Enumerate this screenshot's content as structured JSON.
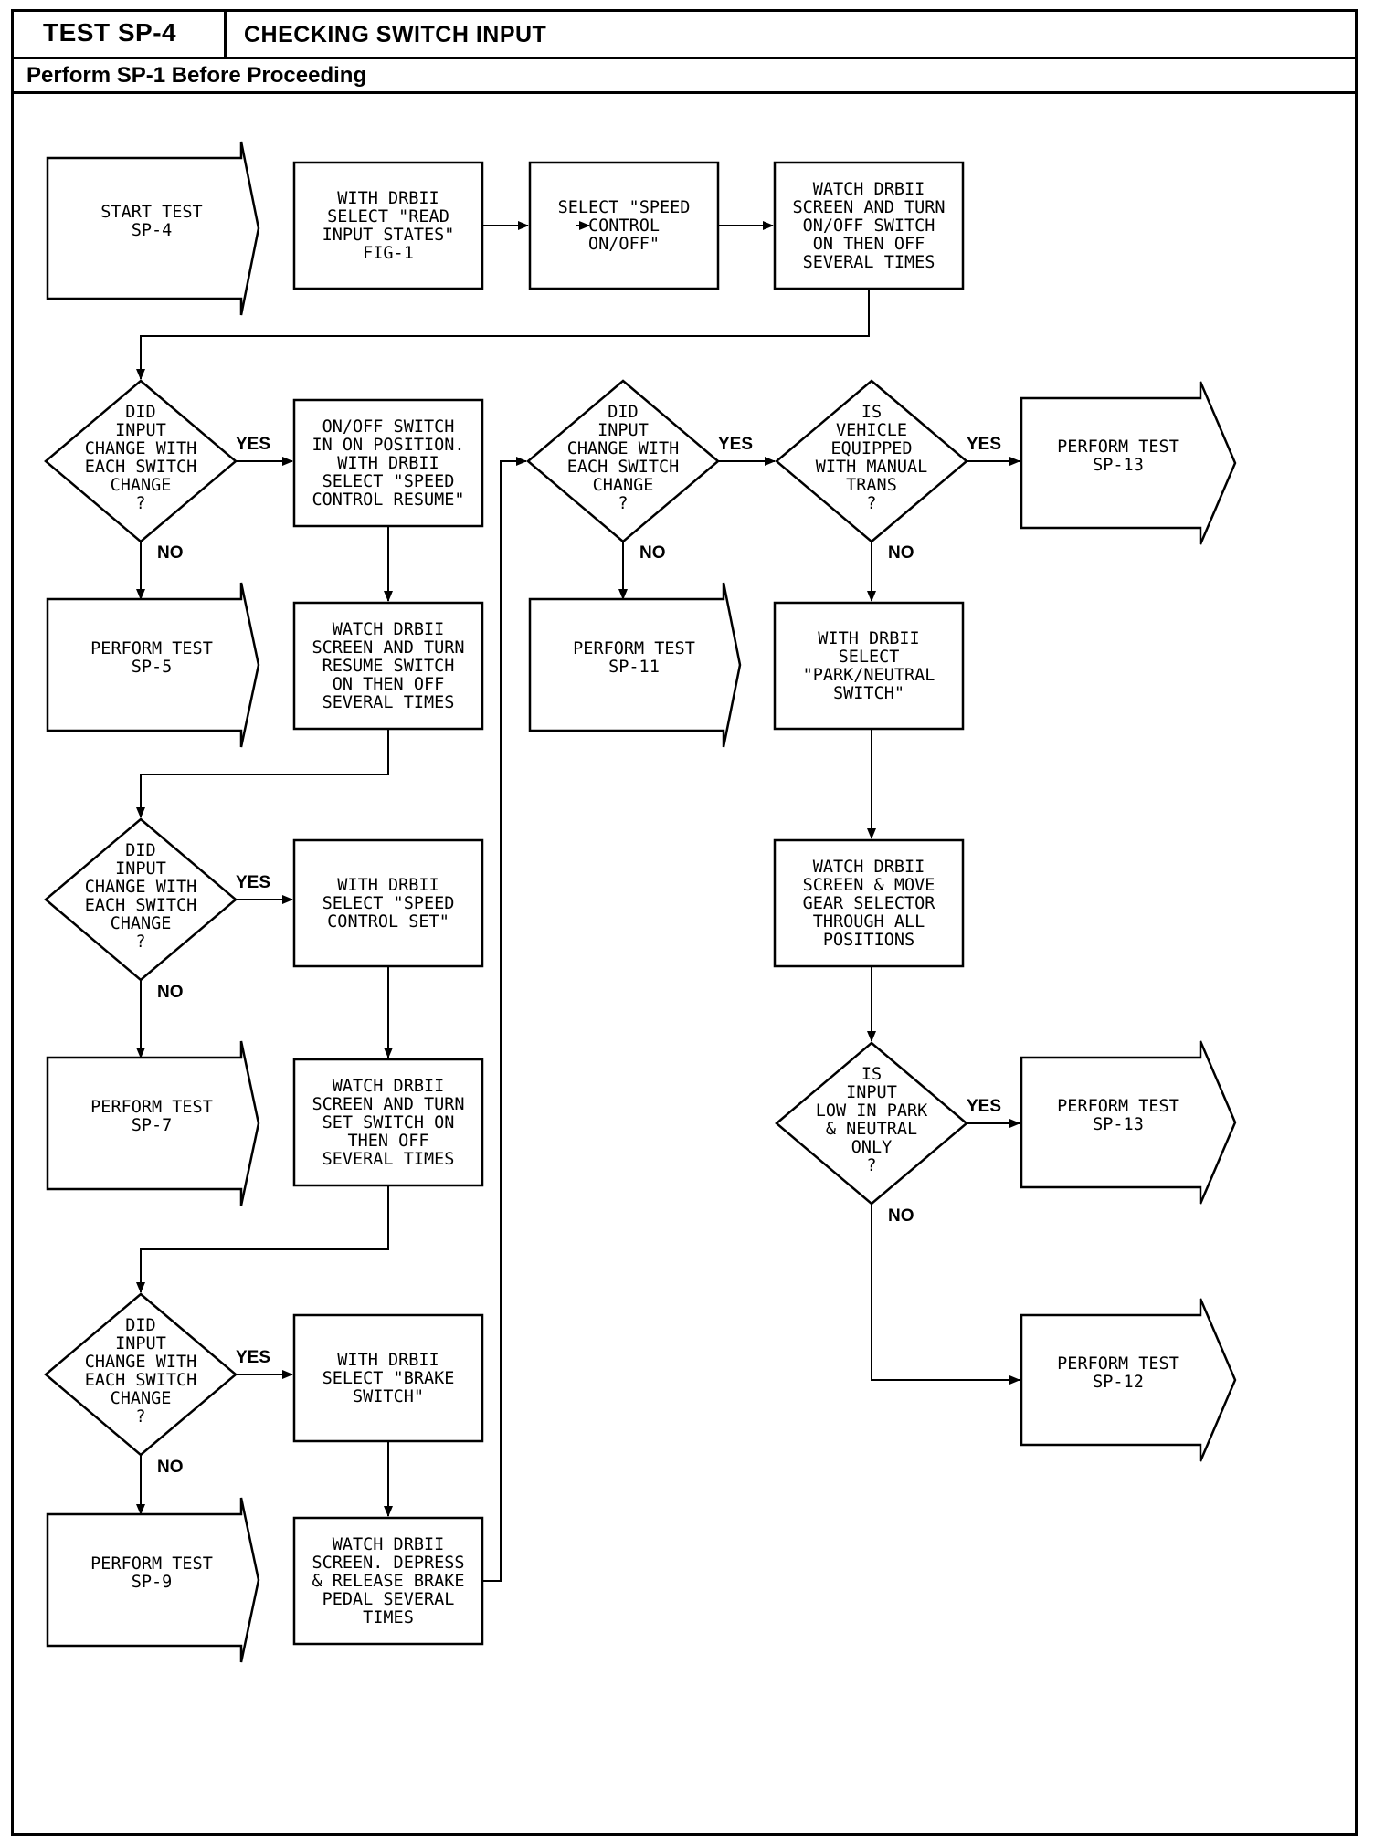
{
  "header": {
    "test_id": "TEST SP-4",
    "title": "CHECKING SWITCH INPUT",
    "subtitle": "Perform SP-1 Before Proceeding"
  },
  "nodes": {
    "start": [
      "START TEST",
      "SP-4"
    ],
    "read_input": [
      "WITH DRBII",
      "SELECT \"READ",
      "INPUT STATES\"",
      "FIG-1"
    ],
    "select_onoff": [
      "SELECT \"SPEED",
      "CONTROL",
      "ON/OFF\""
    ],
    "watch_onoff": [
      "WATCH DRBII",
      "SCREEN AND TURN",
      "ON/OFF SWITCH",
      "ON THEN OFF",
      "SEVERAL TIMES"
    ],
    "d1": [
      "DID",
      "INPUT",
      "CHANGE WITH",
      "EACH SWITCH",
      "CHANGE",
      "?"
    ],
    "onoff_on": [
      "ON/OFF SWITCH",
      "IN ON POSITION.",
      "WITH DRBII",
      "SELECT \"SPEED",
      "CONTROL RESUME\""
    ],
    "sp5": [
      "PERFORM TEST",
      "SP-5"
    ],
    "watch_resume": [
      "WATCH DRBII",
      "SCREEN AND TURN",
      "RESUME SWITCH",
      "ON THEN OFF",
      "SEVERAL TIMES"
    ],
    "d2": [
      "DID",
      "INPUT",
      "CHANGE WITH",
      "EACH SWITCH",
      "CHANGE",
      "?"
    ],
    "select_set": [
      "WITH DRBII",
      "SELECT \"SPEED",
      "CONTROL SET\""
    ],
    "sp7": [
      "PERFORM TEST",
      "SP-7"
    ],
    "watch_set": [
      "WATCH DRBII",
      "SCREEN AND TURN",
      "SET SWITCH ON",
      "THEN OFF",
      "SEVERAL TIMES"
    ],
    "d3": [
      "DID",
      "INPUT",
      "CHANGE WITH",
      "EACH SWITCH",
      "CHANGE",
      "?"
    ],
    "select_brake": [
      "WITH DRBII",
      "SELECT \"BRAKE",
      "SWITCH\""
    ],
    "sp9": [
      "PERFORM TEST",
      "SP-9"
    ],
    "watch_brake": [
      "WATCH DRBII",
      "SCREEN. DEPRESS",
      "& RELEASE BRAKE",
      "PEDAL SEVERAL",
      "TIMES"
    ],
    "d4": [
      "DID",
      "INPUT",
      "CHANGE WITH",
      "EACH SWITCH",
      "CHANGE",
      "?"
    ],
    "sp11": [
      "PERFORM TEST",
      "SP-11"
    ],
    "d5": [
      "IS",
      "VEHICLE",
      "EQUIPPED",
      "WITH MANUAL",
      "TRANS",
      "?"
    ],
    "sp13a": [
      "PERFORM TEST",
      "SP-13"
    ],
    "select_pn": [
      "WITH DRBII",
      "SELECT",
      "\"PARK/NEUTRAL",
      "SWITCH\""
    ],
    "watch_gear": [
      "WATCH DRBII",
      "SCREEN & MOVE",
      "GEAR SELECTOR",
      "THROUGH ALL",
      "POSITIONS"
    ],
    "d6": [
      "IS",
      "INPUT",
      "LOW IN PARK",
      "& NEUTRAL",
      "ONLY",
      "?"
    ],
    "sp13b": [
      "PERFORM TEST",
      "SP-13"
    ],
    "sp12": [
      "PERFORM TEST",
      "SP-12"
    ]
  },
  "labels": {
    "yes": "YES",
    "no": "NO"
  }
}
